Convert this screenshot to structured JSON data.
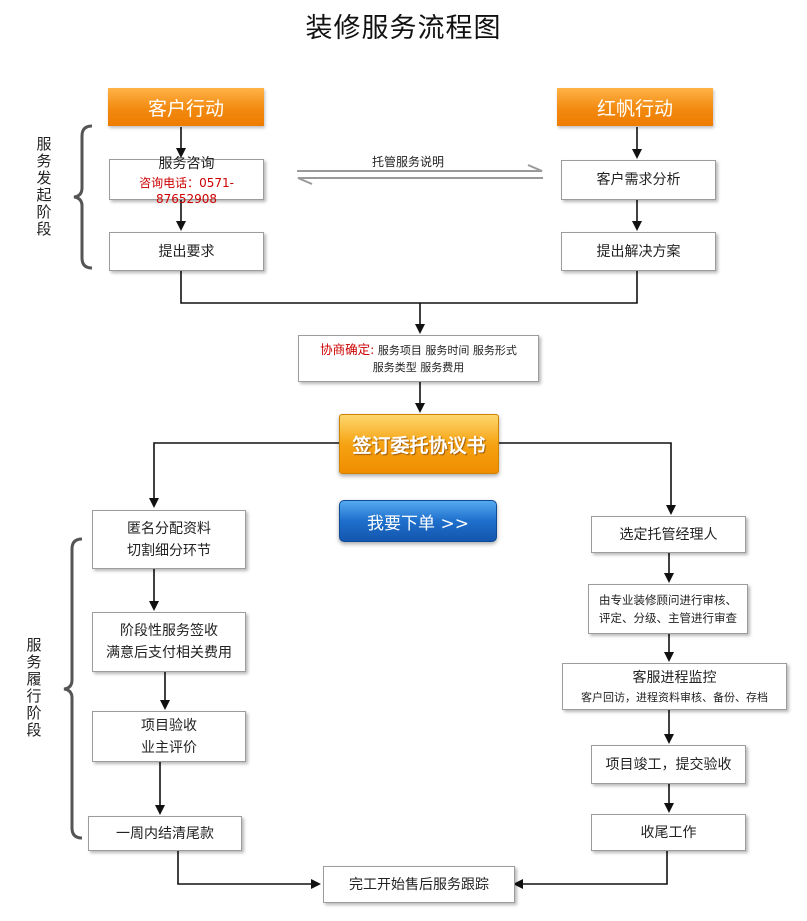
{
  "title": "装修服务流程图",
  "header_left": "客户行动",
  "header_right": "红帆行动",
  "phase_start": "服务发起阶段",
  "phase_perform": "服务履行阶段",
  "left_steps": {
    "consult": "服务咨询",
    "phone": "咨询电话：0571-87652908",
    "request": "提出要求"
  },
  "right_steps": {
    "analysis": "客户需求分析",
    "solution": "提出解决方案"
  },
  "hosting_note": "托管服务说明",
  "negotiate": {
    "label": "协商确定:",
    "line1": "服务项目  服务时间  服务形式",
    "line2": "服务类型  服务费用"
  },
  "sign_button": "签订委托协议书",
  "order_button": "我要下单 >>",
  "left_flow": {
    "s1_l1": "匿名分配资料",
    "s1_l2": "切割细分环节",
    "s2_l1": "阶段性服务签收",
    "s2_l2": "满意后支付相关费用",
    "s3_l1": "项目验收",
    "s3_l2": "业主评价",
    "s4": "一周内结清尾款"
  },
  "right_flow": {
    "s1": "选定托管经理人",
    "s2_l1": "由专业装修顾问进行审核、",
    "s2_l2": "评定、分级、主管进行审查",
    "s3_l1": "客服进程监控",
    "s3_l2": "客户回访，进程资料审核、备份、存档",
    "s4": "项目竣工，提交验收",
    "s5": "收尾工作"
  },
  "final_step": "完工开始售后服务跟踪"
}
